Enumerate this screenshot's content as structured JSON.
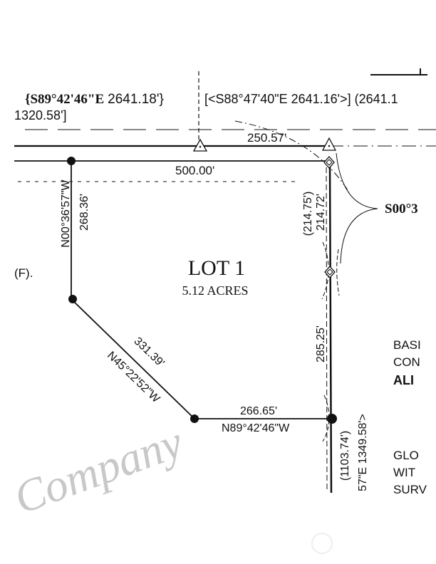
{
  "top_bearing_bold": "{S89°42'46\"E",
  "top_bearing_dist": "2641.18'}",
  "top_record": "[<S88°47'40\"E 2641.16'>] (2641.1",
  "top_second_line": "1320.58']",
  "seg_top_250": "250.57'",
  "seg_lot_top": "500.00'",
  "left_bearing": "N00°36'57\"W",
  "left_dist": "268.36'",
  "right_upper_record": "(214.75')",
  "right_upper_dist": "214.72'",
  "right_callout": "S00°3",
  "right_lower_dist": "285.25'",
  "right_below_record": "(1103.74')",
  "right_below_bearing": "57\"E 1349.58'>",
  "diag_dist": "331.39'",
  "diag_bearing": "N45°22'52\"W",
  "bottom_dist": "266.65'",
  "bottom_bearing": "N89°42'46\"W",
  "lot_title": "LOT 1",
  "lot_area": "5.12  ACRES",
  "left_note": "(F).",
  "notes": [
    "BASI",
    "CON",
    "ALI",
    "GLO",
    "WIT",
    "SURV"
  ],
  "watermark": "Company"
}
